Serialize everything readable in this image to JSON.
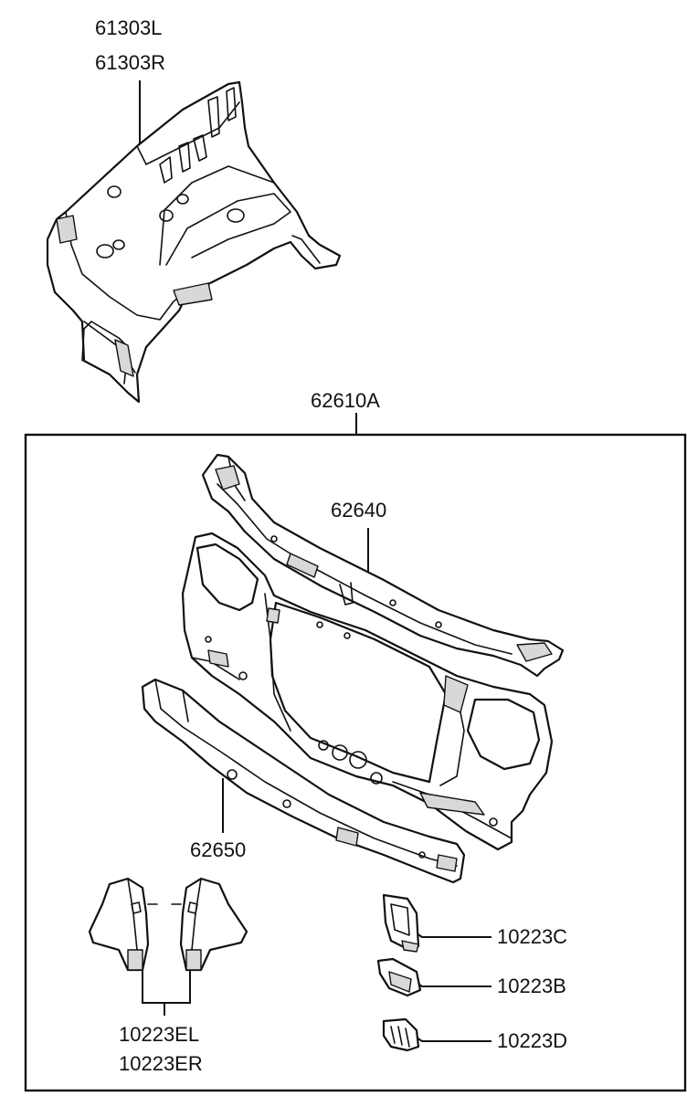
{
  "callouts": {
    "fender_apron_left": "61303L",
    "fender_apron_right": "61303R",
    "front_panel_assy": "62610A",
    "upper_member": "62640",
    "lower_member": "62650",
    "bracket_c": "10223C",
    "bracket_b": "10223B",
    "bracket_d": "10223D",
    "bracket_el": "10223EL",
    "bracket_er": "10223ER"
  }
}
